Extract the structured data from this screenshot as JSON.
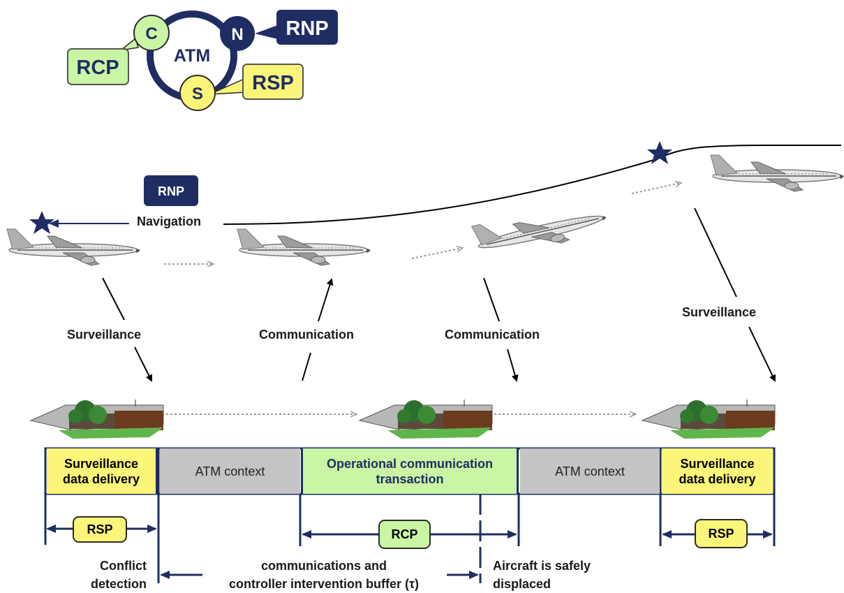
{
  "logo": {
    "center": "ATM",
    "c": "C",
    "n": "N",
    "s": "S",
    "rcp": "RCP",
    "rnp": "RNP",
    "rsp": "RSP"
  },
  "colors": {
    "navy": "#1f2d63",
    "green_fill": "#c9f5a5",
    "yellow_fill": "#fbf579",
    "gray_fill": "#c4c4c4"
  },
  "flight": {
    "rnp_badge": "RNP",
    "navigation": "Navigation",
    "surveillance_left": "Surveillance",
    "communication_up": "Communication",
    "communication_down": "Communication",
    "surveillance_right": "Surveillance"
  },
  "timeline": {
    "cells": [
      {
        "label": "Surveillance\ndata delivery",
        "kind": "yellow"
      },
      {
        "label": "ATM context",
        "kind": "gray"
      },
      {
        "label": "Operational communication\ntransaction",
        "kind": "green"
      },
      {
        "label": "ATM context",
        "kind": "gray"
      },
      {
        "label": "Surveillance\ndata delivery",
        "kind": "yellow"
      }
    ],
    "rsp_left": "RSP",
    "rcp_mid": "RCP",
    "rsp_right": "RSP",
    "conflict_detection": "Conflict\ndetection",
    "buffer": "communications and\ncontroller intervention buffer (τ)",
    "displaced": "Aircraft is safely\ndisplaced"
  }
}
